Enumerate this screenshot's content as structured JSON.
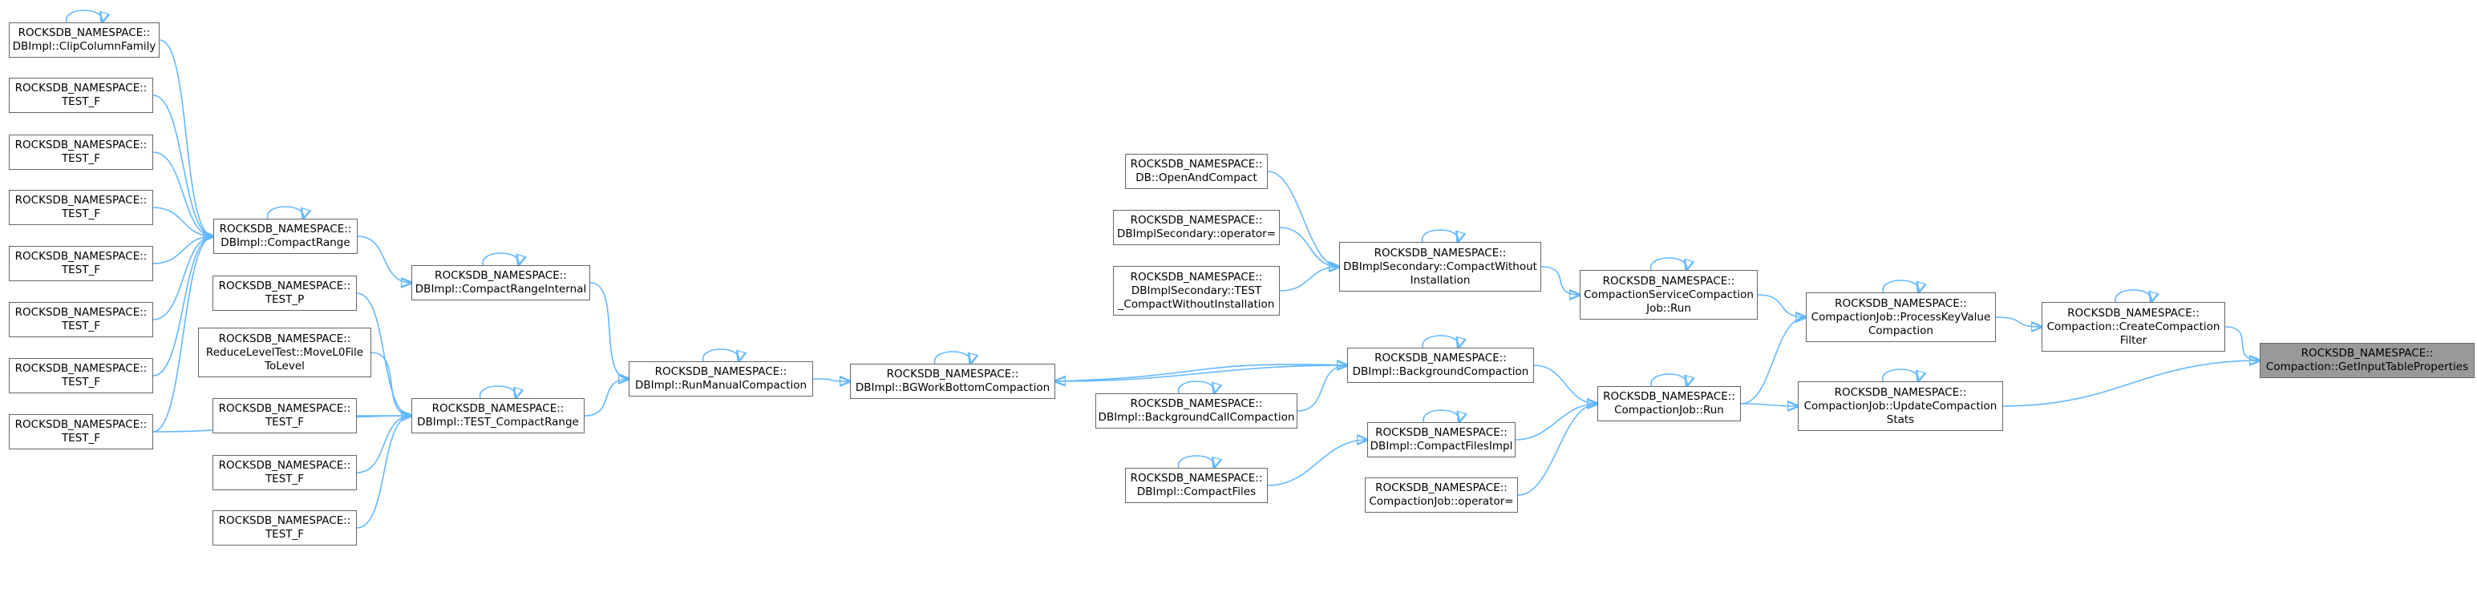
{
  "accent_color": "#63b8ff",
  "selected_fill": "#999999",
  "nodes": [
    {
      "id": "n0",
      "label": "ROCKSDB_NAMESPACE::\nCompaction::GetInputTableProperties",
      "selected": true
    },
    {
      "id": "n1",
      "label": "ROCKSDB_NAMESPACE::\nCompaction::CreateCompaction\nFilter"
    },
    {
      "id": "n2",
      "label": "ROCKSDB_NAMESPACE::\nCompactionJob::ProcessKeyValue\nCompaction"
    },
    {
      "id": "n3",
      "label": "ROCKSDB_NAMESPACE::\nCompactionJob::UpdateCompaction\nStats"
    },
    {
      "id": "n4",
      "label": "ROCKSDB_NAMESPACE::\nCompactionServiceCompaction\nJob::Run"
    },
    {
      "id": "n5",
      "label": "ROCKSDB_NAMESPACE::\nCompactionJob::Run"
    },
    {
      "id": "n6",
      "label": "ROCKSDB_NAMESPACE::\nDBImplSecondary::CompactWithout\nInstallation"
    },
    {
      "id": "n7",
      "label": "ROCKSDB_NAMESPACE::\nDBImpl::BackgroundCompaction"
    },
    {
      "id": "n8",
      "label": "ROCKSDB_NAMESPACE::\nDBImpl::CompactFilesImpl"
    },
    {
      "id": "n9",
      "label": "ROCKSDB_NAMESPACE::\nCompactionJob::operator="
    },
    {
      "id": "n10",
      "label": "ROCKSDB_NAMESPACE::\nDB::OpenAndCompact"
    },
    {
      "id": "n11",
      "label": "ROCKSDB_NAMESPACE::\nDBImplSecondary::operator="
    },
    {
      "id": "n12",
      "label": "ROCKSDB_NAMESPACE::\nDBImplSecondary::TEST\n_CompactWithoutInstallation"
    },
    {
      "id": "n13",
      "label": "ROCKSDB_NAMESPACE::\nDBImpl::BGWorkBottomCompaction"
    },
    {
      "id": "n14",
      "label": "ROCKSDB_NAMESPACE::\nDBImpl::BackgroundCallCompaction"
    },
    {
      "id": "n15",
      "label": "ROCKSDB_NAMESPACE::\nDBImpl::CompactFiles"
    },
    {
      "id": "n16",
      "label": "ROCKSDB_NAMESPACE::\nDBImpl::RunManualCompaction"
    },
    {
      "id": "n17",
      "label": "ROCKSDB_NAMESPACE::\nDBImpl::CompactRangeInternal"
    },
    {
      "id": "n18",
      "label": "ROCKSDB_NAMESPACE::\nDBImpl::TEST_CompactRange"
    },
    {
      "id": "n19",
      "label": "ROCKSDB_NAMESPACE::\nDBImpl::CompactRange"
    },
    {
      "id": "n20",
      "label": "ROCKSDB_NAMESPACE::\nTEST_P"
    },
    {
      "id": "n21",
      "label": "ROCKSDB_NAMESPACE::\nReduceLevelTest::MoveL0File\nToLevel"
    },
    {
      "id": "n22",
      "label": "ROCKSDB_NAMESPACE::\nTEST_F"
    },
    {
      "id": "n23",
      "label": "ROCKSDB_NAMESPACE::\nTEST_F"
    },
    {
      "id": "n24",
      "label": "ROCKSDB_NAMESPACE::\nTEST_F"
    },
    {
      "id": "n25",
      "label": "ROCKSDB_NAMESPACE::\nDBImpl::ClipColumnFamily"
    },
    {
      "id": "n26",
      "label": "ROCKSDB_NAMESPACE::\nTEST_F"
    },
    {
      "id": "n27",
      "label": "ROCKSDB_NAMESPACE::\nTEST_F"
    },
    {
      "id": "n28",
      "label": "ROCKSDB_NAMESPACE::\nTEST_F"
    },
    {
      "id": "n29",
      "label": "ROCKSDB_NAMESPACE::\nTEST_F"
    },
    {
      "id": "n30",
      "label": "ROCKSDB_NAMESPACE::\nTEST_F"
    },
    {
      "id": "n31",
      "label": "ROCKSDB_NAMESPACE::\nTEST_F"
    },
    {
      "id": "n32",
      "label": "ROCKSDB_NAMESPACE::\nTEST_F"
    }
  ],
  "edges": [
    [
      "n1",
      "n0"
    ],
    [
      "n3",
      "n0"
    ],
    [
      "n2",
      "n1"
    ],
    [
      "n4",
      "n2"
    ],
    [
      "n5",
      "n2"
    ],
    [
      "n5",
      "n3"
    ],
    [
      "n6",
      "n4"
    ],
    [
      "n7",
      "n5"
    ],
    [
      "n8",
      "n5"
    ],
    [
      "n9",
      "n5"
    ],
    [
      "n10",
      "n6"
    ],
    [
      "n11",
      "n6"
    ],
    [
      "n12",
      "n6"
    ],
    [
      "n13",
      "n7"
    ],
    [
      "n14",
      "n7"
    ],
    [
      "n7",
      "n13"
    ],
    [
      "n15",
      "n8"
    ],
    [
      "n16",
      "n13"
    ],
    [
      "n17",
      "n16"
    ],
    [
      "n18",
      "n16"
    ],
    [
      "n19",
      "n17"
    ],
    [
      "n20",
      "n18"
    ],
    [
      "n21",
      "n18"
    ],
    [
      "n22",
      "n18"
    ],
    [
      "n23",
      "n18"
    ],
    [
      "n24",
      "n18"
    ],
    [
      "n32",
      "n18"
    ],
    [
      "n25",
      "n19"
    ],
    [
      "n26",
      "n19"
    ],
    [
      "n27",
      "n19"
    ],
    [
      "n28",
      "n19"
    ],
    [
      "n29",
      "n19"
    ],
    [
      "n30",
      "n19"
    ],
    [
      "n31",
      "n19"
    ],
    [
      "n32",
      "n19"
    ]
  ],
  "self_loops": [
    "n1",
    "n2",
    "n3",
    "n4",
    "n5",
    "n6",
    "n7",
    "n8",
    "n14",
    "n15",
    "n13",
    "n16",
    "n17",
    "n18",
    "n19",
    "n25"
  ]
}
